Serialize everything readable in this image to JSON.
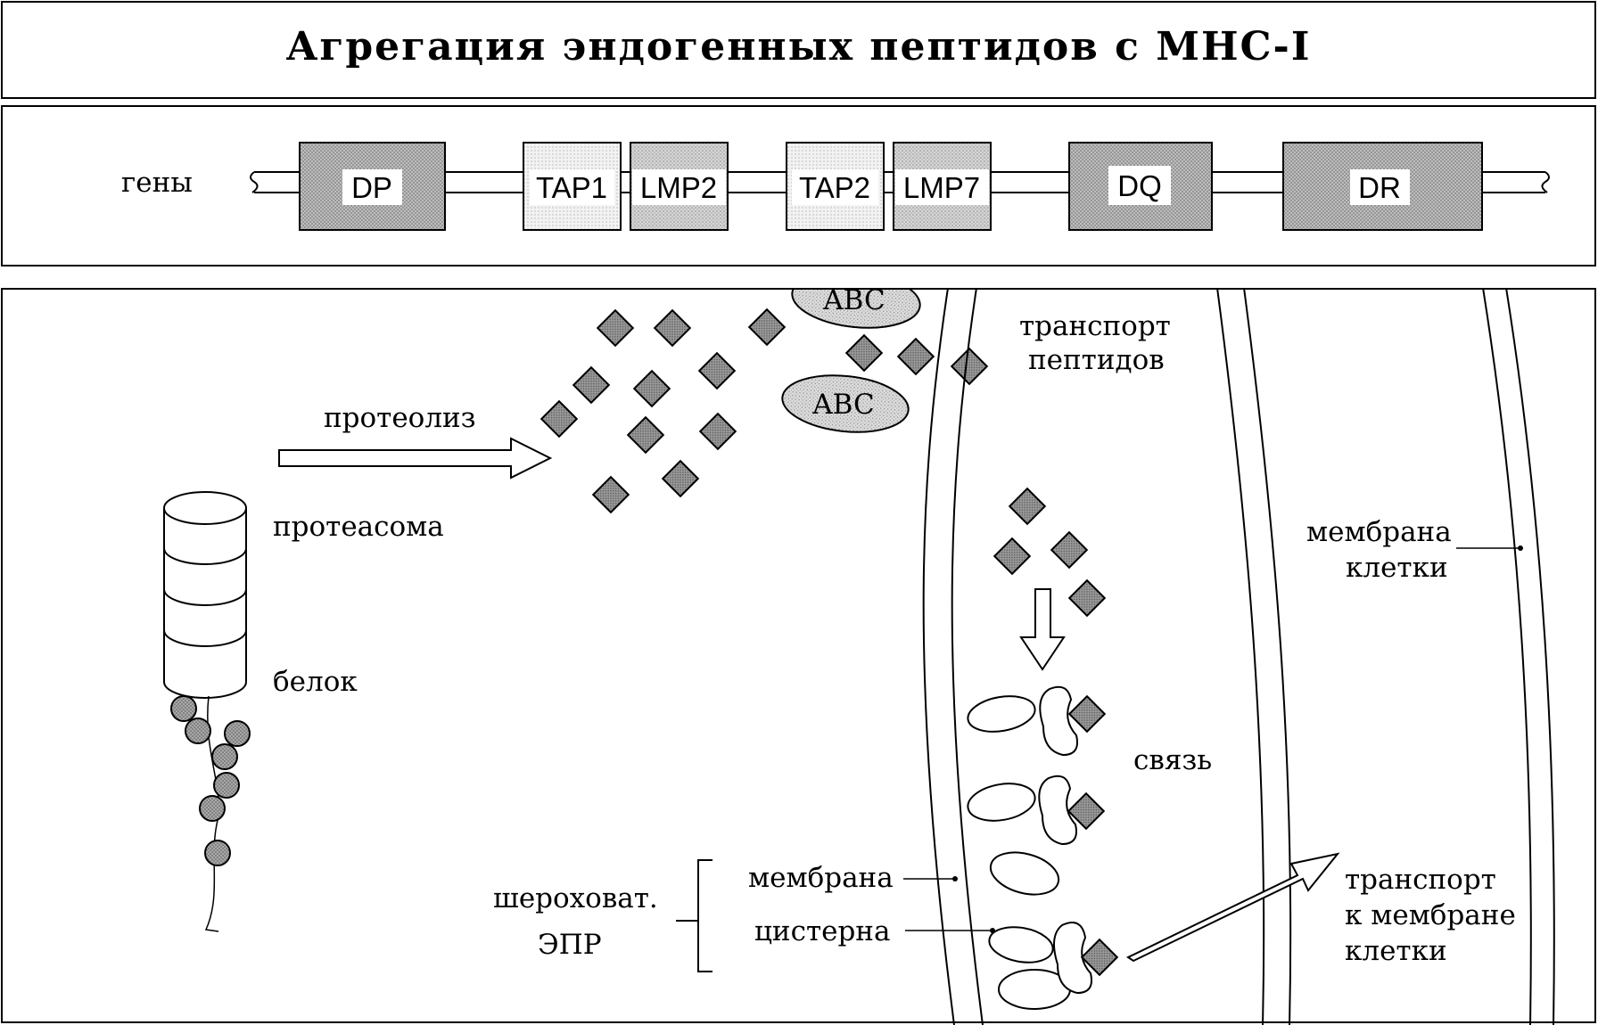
{
  "title": "Агрегация эндогенных пептидов с MHC-I",
  "genes": {
    "label": "гены",
    "items": [
      {
        "name": "DP",
        "kind": "mhc"
      },
      {
        "name": "TAP1",
        "kind": "tap"
      },
      {
        "name": "LMP2",
        "kind": "lmp"
      },
      {
        "name": "TAP2",
        "kind": "tap"
      },
      {
        "name": "LMP7",
        "kind": "lmp"
      },
      {
        "name": "DQ",
        "kind": "mhc"
      },
      {
        "name": "DR",
        "kind": "mhc"
      }
    ]
  },
  "process": {
    "proteolysis": "протеолиз",
    "proteasome": "протеасома",
    "protein": "белок",
    "abc_top": "ABC",
    "abc_bottom": "ABC",
    "peptide_transport_1": "транспорт",
    "peptide_transport_2": "пептидов",
    "binding": "связь",
    "rough_er_1": "шероховат.",
    "rough_er_2": "ЭПР",
    "membrane": "мембрана",
    "cisterna": "цистерна",
    "cell_membrane_1": "мембрана",
    "cell_membrane_2": "клетки",
    "transport_to_membrane_1": "транспорт",
    "transport_to_membrane_2": "к мембране",
    "transport_to_membrane_3": "клетки"
  },
  "colors": {
    "mhc_fill": "#b4b4b4",
    "tap_fill": "#e6e6e6",
    "lmp_fill": "#cfcfcf",
    "peptide_fill": "#8c8c8c",
    "abc_fill": "#d4d4d4",
    "bead_fill": "#9a9a9a"
  }
}
